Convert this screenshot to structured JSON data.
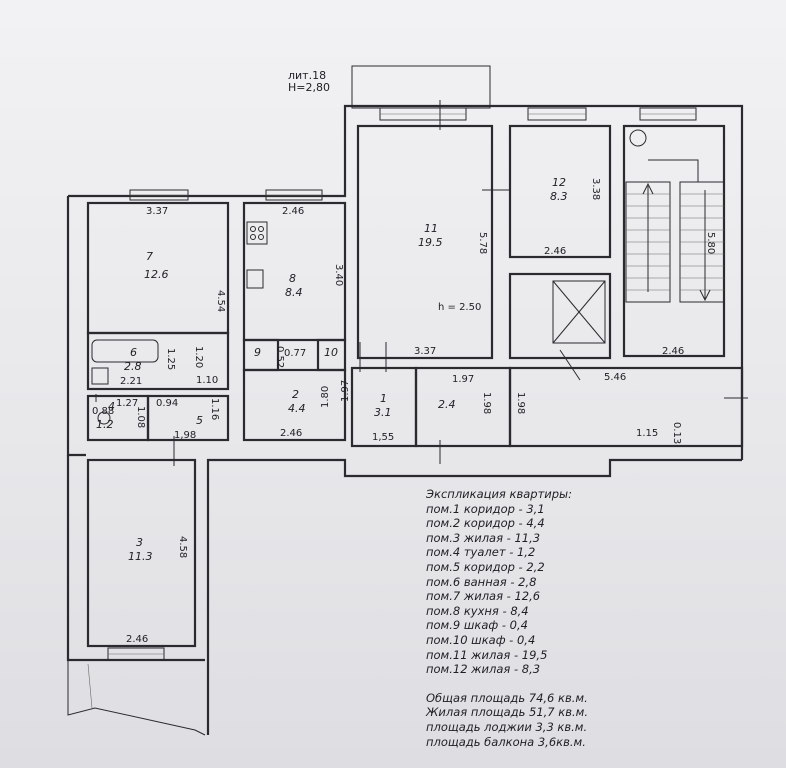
{
  "header": {
    "lit": "лит.18",
    "height": "H=2,80"
  },
  "ceiling_note": "h = 2.50",
  "rooms": [
    {
      "id": "r7",
      "num": "7",
      "area": "12.6"
    },
    {
      "id": "r8",
      "num": "8",
      "area": "8.4"
    },
    {
      "id": "r11",
      "num": "11",
      "area": "19.5"
    },
    {
      "id": "r12",
      "num": "12",
      "area": "8.3"
    },
    {
      "id": "r6",
      "num": "6",
      "area": "2.8"
    },
    {
      "id": "r2",
      "num": "2",
      "area": "4.4"
    },
    {
      "id": "r1",
      "num": "1",
      "area": "3.1"
    },
    {
      "id": "r3",
      "num": "3",
      "area": "11.3"
    },
    {
      "id": "r4",
      "num": "4",
      "area": "1.2"
    },
    {
      "id": "r5",
      "num": "5",
      "area": ""
    },
    {
      "id": "r9",
      "num": "9",
      "area": ""
    },
    {
      "id": "r10",
      "num": "10",
      "area": ""
    }
  ],
  "dims": {
    "d337a": "3.37",
    "d246a": "2.46",
    "d454": "4.54",
    "d340": "3.40",
    "d578": "5.78",
    "d338": "3.38",
    "d246b": "2.46",
    "d580": "5.80",
    "d337b": "3.37",
    "d246c": "2.46",
    "d546": "5.46",
    "d120": "1.20",
    "d125": "1.25",
    "d221": "2.21",
    "d110": "1.10",
    "d052": "0.52",
    "d077": "0.77",
    "d197a": "1.97",
    "d197b": "1.97",
    "d180": "1.80",
    "d24": "2.4",
    "d198a": "1.98",
    "d198b": "1.98",
    "d127": "1.27",
    "d094": "0.94",
    "d108": "1.08",
    "d088": "0.88",
    "d116": "1.16",
    "d198c": "1,98",
    "d246d": "2.46",
    "d155": "1,55",
    "d115": "1.15",
    "d013": "0.13",
    "d458": "4.58",
    "d246e": "2.46"
  },
  "legend": {
    "title": "Экспликация квартиры:",
    "items": [
      "пом.1 коридор - 3,1",
      "пом.2 коридор - 4,4",
      "пом.3 жилая - 11,3",
      "пом.4 туалет - 1,2",
      "пом.5 коридор - 2,2",
      "пом.6 ванная - 2,8",
      "пом.7 жилая - 12,6",
      "пом.8 кухня - 8,4",
      "пом.9 шкаф - 0,4",
      "пом.10 шкаф - 0,4",
      "пом.11 жилая - 19,5",
      "пом.12 жилая - 8,3"
    ],
    "totals": [
      "Общая площадь 74,6 кв.м.",
      "Жилая площадь 51,7 кв.м.",
      "площадь лоджии 3,3 кв.м.",
      "площадь балкона 3,6кв.м."
    ]
  }
}
